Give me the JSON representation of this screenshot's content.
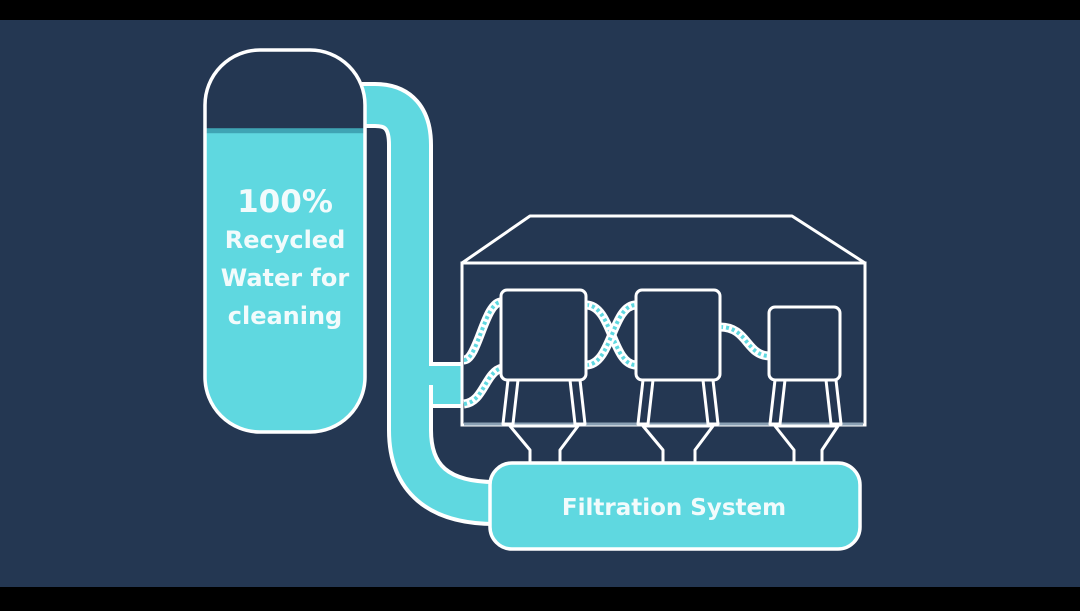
{
  "colors": {
    "background": "#243752",
    "letterbox": "#000000",
    "water": "#5fd8e0",
    "water_surface": "#3fa4b4",
    "outline": "#ffffff",
    "label_text": "#f2fbfc"
  },
  "tank": {
    "label_lines": [
      "100%",
      "Recycled",
      "Water for",
      "cleaning"
    ],
    "fill_level": 0.79
  },
  "filtration": {
    "label": "Filtration System"
  }
}
